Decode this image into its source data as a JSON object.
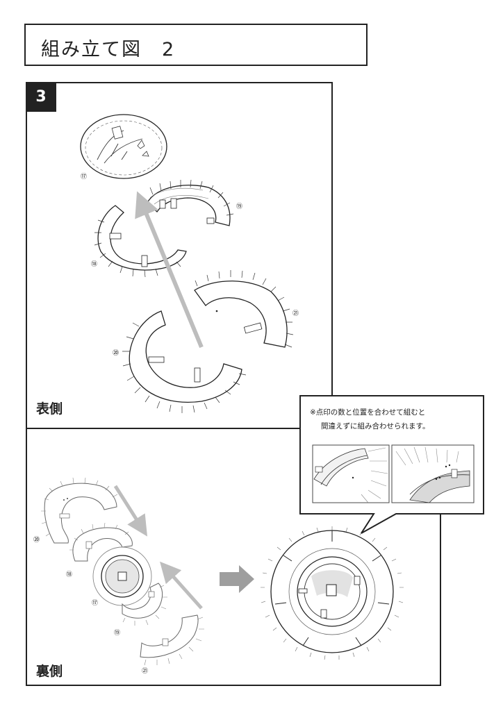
{
  "header": {
    "title": "組み立て図　2"
  },
  "step": {
    "number": "3"
  },
  "front": {
    "label": "表側"
  },
  "back": {
    "label": "裏側"
  },
  "callout": {
    "line1": "※点印の数と位置を合わせて組むと",
    "line2": "間違えずに組み合わせられます。"
  },
  "parts": {
    "p17": "⑰",
    "p18": "⑱",
    "p19": "⑲",
    "p20": "⑳",
    "p21": "㉑"
  },
  "colors": {
    "ink": "#222222",
    "arrow": "#bdbdbd",
    "shade": "#d9d9d9"
  }
}
